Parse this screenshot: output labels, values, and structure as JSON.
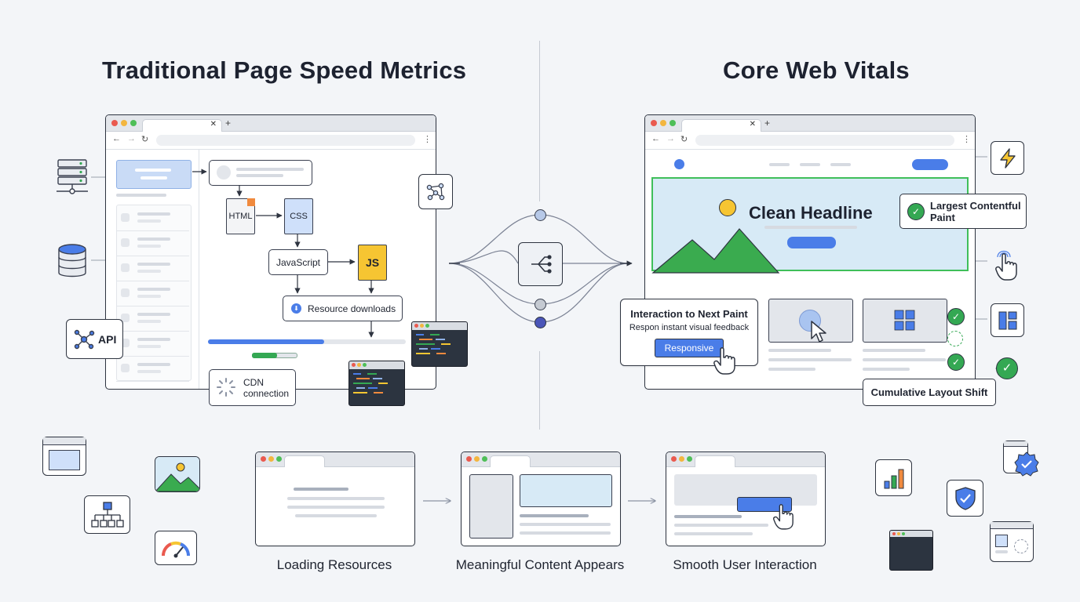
{
  "titles": {
    "left": "Traditional Page Speed Metrics",
    "right": "Core Web Vitals"
  },
  "left_flow": {
    "html": "HTML",
    "css": "CSS",
    "javascript": "JavaScript",
    "js": "JS",
    "resource_downloads": "Resource downloads",
    "cdn_line1": "CDN",
    "cdn_line2": "connection",
    "api": "API"
  },
  "right_panel": {
    "headline": "Clean Headline",
    "lcp": "Largest Contentful Paint",
    "inp_title": "Interaction to Next Paint",
    "inp_sub": "Respon instant visual feedback",
    "responsive_button": "Responsive",
    "cls": "Cumulative Layout Shift"
  },
  "stages": [
    {
      "label": "Loading Resources"
    },
    {
      "label": "Meaningful Content Appears"
    },
    {
      "label": "Smooth User Interaction"
    }
  ],
  "icons": {
    "server": "server-icon",
    "database": "database-icon",
    "api": "api-icon",
    "network": "network-icon",
    "lightning": "lightning-icon",
    "touch": "touch-icon",
    "layout": "layout-icon",
    "check": "check-icon",
    "gauge": "gauge-icon",
    "image": "image-icon",
    "hierarchy": "hierarchy-icon",
    "bar_chart": "bar-chart-icon",
    "shield": "shield-icon"
  },
  "colors": {
    "accent_blue": "#4a7de8",
    "green": "#34a853",
    "yellow": "#f6c532",
    "dark": "#2e3440"
  }
}
